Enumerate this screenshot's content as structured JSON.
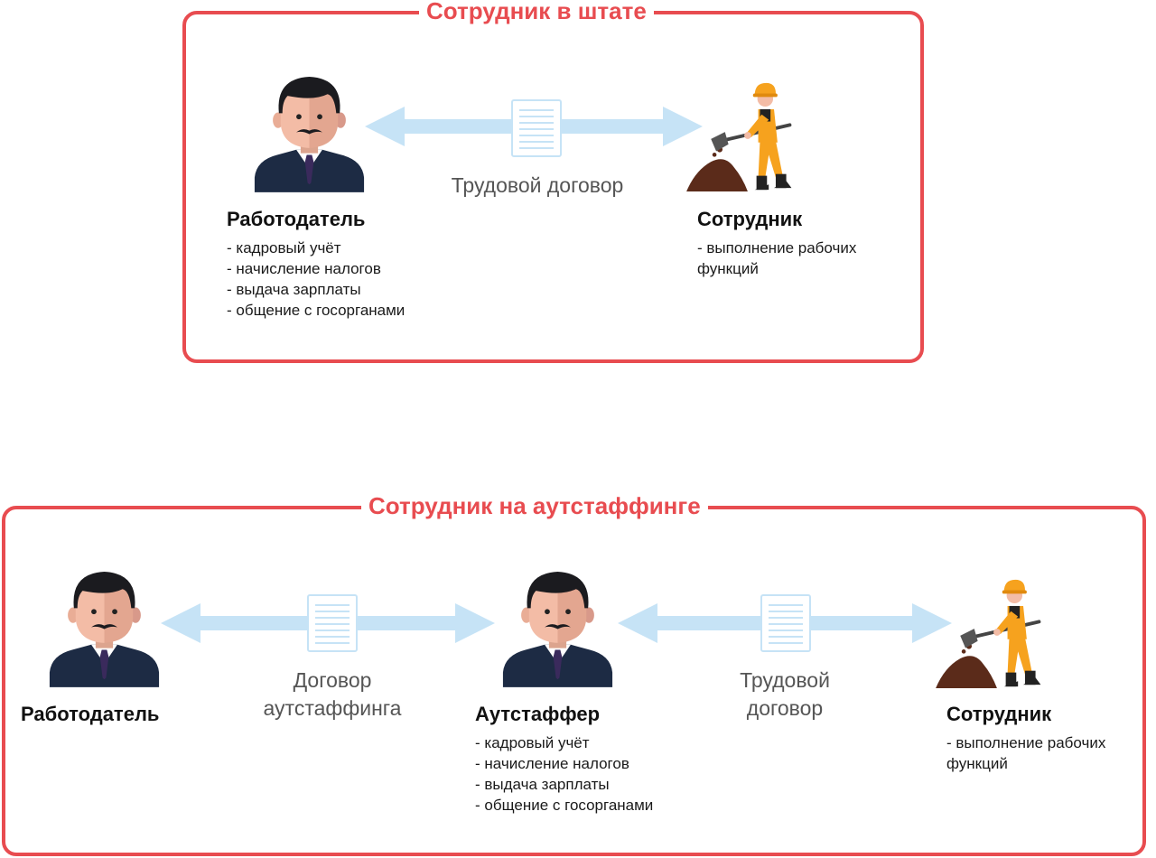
{
  "panel_staff": {
    "title": "Сотрудник в штате",
    "employer": {
      "title": "Работодатель",
      "duties": [
        "- кадровый учёт",
        "- начисление налогов",
        "- выдача зарплаты",
        "- общение с госорганами"
      ]
    },
    "contract": {
      "lines": [
        "Трудовой договор"
      ]
    },
    "employee": {
      "title": "Сотрудник",
      "duties": [
        "- выполнение рабочих",
        "функций"
      ]
    }
  },
  "panel_outstaff": {
    "title": "Сотрудник на аутстаффинге",
    "employer": {
      "title": "Работодатель"
    },
    "contract_left": {
      "lines": [
        "Договор",
        "аутстаффинга"
      ]
    },
    "outstaffer": {
      "title": "Аутстаффер",
      "duties": [
        "- кадровый учёт",
        "- начисление налогов",
        "- выдача зарплаты",
        "- общение с госорганами"
      ]
    },
    "contract_right": {
      "lines": [
        "Трудовой",
        "договор"
      ]
    },
    "employee": {
      "title": "Сотрудник",
      "duties": [
        "- выполнение рабочих",
        "функций"
      ]
    }
  },
  "icons": {
    "person": "businessman-icon",
    "worker": "digging-worker-icon",
    "document": "document-icon",
    "arrow": "double-arrow-icon"
  },
  "colors": {
    "frame": "#e84c50",
    "arrow": "#c6e3f6",
    "suit": "#1d2b44",
    "skin": "#f3bca6",
    "hard_hat": "#f6a21e"
  }
}
